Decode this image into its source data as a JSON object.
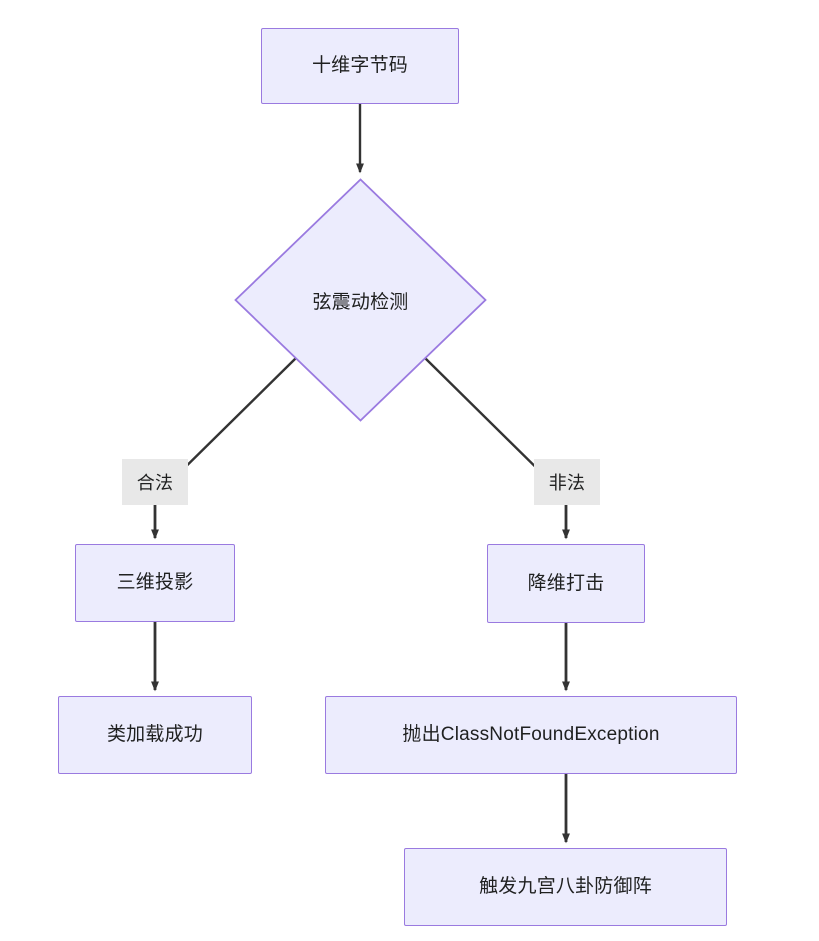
{
  "diagram": {
    "type": "flowchart",
    "direction": "top-down",
    "theme": {
      "node_fill": "#ececfd",
      "node_border": "#9a7ae0",
      "node_text": "#1f2020",
      "edge_color": "#333333",
      "edge_label_bg": "#e8e8e8",
      "background": "#ffffff"
    },
    "nodes": [
      {
        "id": "n1",
        "shape": "rect",
        "label": "十维字节码"
      },
      {
        "id": "n2",
        "shape": "diamond",
        "label": "弦震动检测"
      },
      {
        "id": "n3",
        "shape": "rect",
        "label": "三维投影"
      },
      {
        "id": "n4",
        "shape": "rect",
        "label": "降维打击"
      },
      {
        "id": "n5",
        "shape": "rect",
        "label": "类加载成功"
      },
      {
        "id": "n6",
        "shape": "rect",
        "label": "抛出ClassNotFoundException"
      },
      {
        "id": "n7",
        "shape": "rect",
        "label": "触发九宫八卦防御阵"
      }
    ],
    "edges": [
      {
        "from": "n1",
        "to": "n2",
        "label": ""
      },
      {
        "from": "n2",
        "to": "n3",
        "label": "合法"
      },
      {
        "from": "n2",
        "to": "n4",
        "label": "非法"
      },
      {
        "from": "n3",
        "to": "n5",
        "label": ""
      },
      {
        "from": "n4",
        "to": "n6",
        "label": ""
      },
      {
        "from": "n6",
        "to": "n7",
        "label": ""
      }
    ],
    "edge_labels": {
      "legal": "合法",
      "illegal": "非法"
    }
  }
}
